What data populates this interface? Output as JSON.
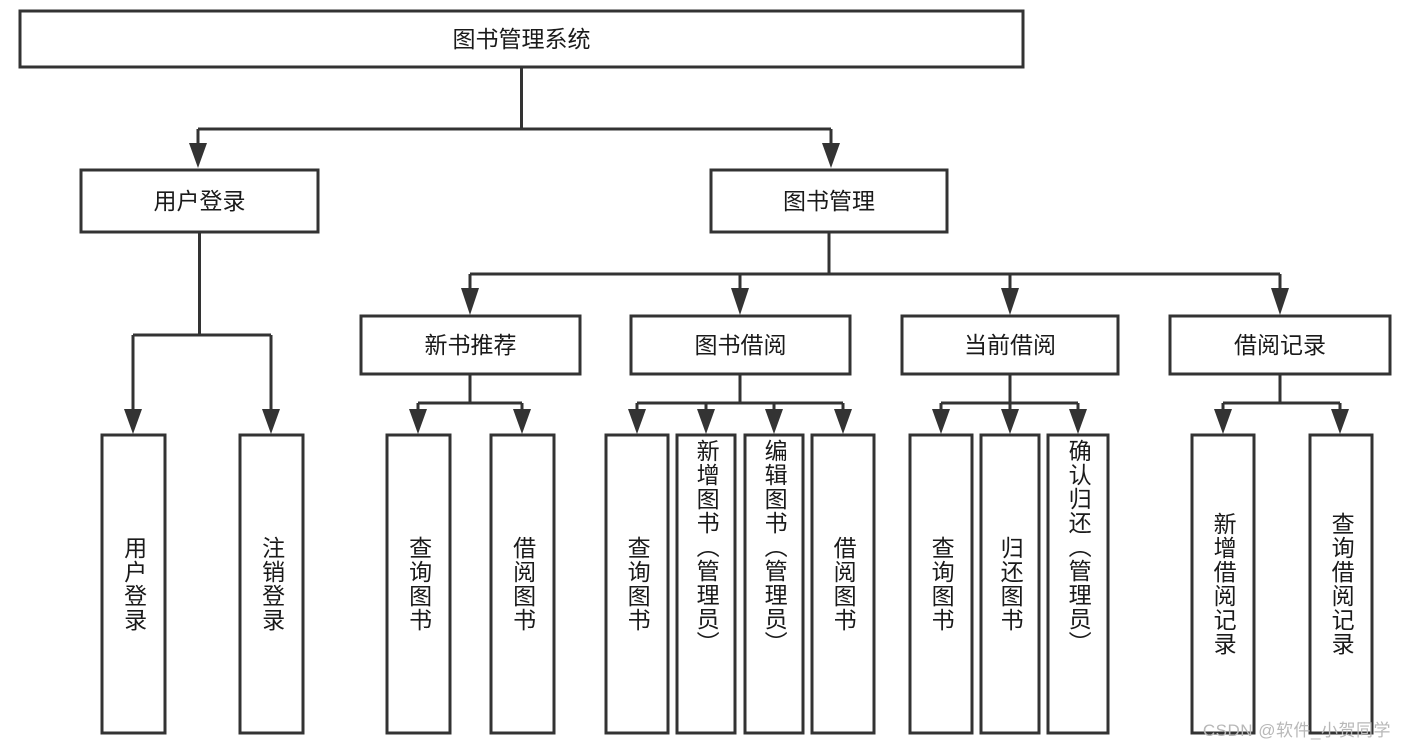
{
  "diagram": {
    "type": "hierarchy-tree",
    "title": "图书管理系统",
    "watermark": "CSDN @软件_小贺同学",
    "root": {
      "id": "root",
      "label": "图书管理系统"
    },
    "level2": [
      {
        "id": "user-login",
        "label": "用户登录"
      },
      {
        "id": "book-manage",
        "label": "图书管理"
      }
    ],
    "level3": [
      {
        "id": "new-book-recommend",
        "label": "新书推荐",
        "parent": "book-manage"
      },
      {
        "id": "book-borrow",
        "label": "图书借阅",
        "parent": "book-manage"
      },
      {
        "id": "current-borrow",
        "label": "当前借阅",
        "parent": "book-manage"
      },
      {
        "id": "borrow-record",
        "label": "借阅记录",
        "parent": "book-manage"
      }
    ],
    "leaves": {
      "user-login": [
        {
          "id": "leaf-user-login",
          "label": "用户登录"
        },
        {
          "id": "leaf-logout-login",
          "label": "注销登录"
        }
      ],
      "new-book-recommend": [
        {
          "id": "leaf-query-book-1",
          "label": "查询图书"
        },
        {
          "id": "leaf-borrow-book-1",
          "label": "借阅图书"
        }
      ],
      "book-borrow": [
        {
          "id": "leaf-query-book-2",
          "label": "查询图书"
        },
        {
          "id": "leaf-add-book-admin",
          "label": "新增图书（管理员）"
        },
        {
          "id": "leaf-edit-book-admin",
          "label": "编辑图书（管理员）"
        },
        {
          "id": "leaf-borrow-book-2",
          "label": "借阅图书"
        }
      ],
      "current-borrow": [
        {
          "id": "leaf-query-book-3",
          "label": "查询图书"
        },
        {
          "id": "leaf-return-book",
          "label": "归还图书"
        },
        {
          "id": "leaf-confirm-return-admin",
          "label": "确认归还（管理员）"
        }
      ],
      "borrow-record": [
        {
          "id": "leaf-add-borrow-record",
          "label": "新增借阅记录"
        },
        {
          "id": "leaf-query-borrow-record",
          "label": "查询借阅记录"
        }
      ]
    },
    "colors": {
      "stroke": "#333333",
      "fill": "#ffffff",
      "text": "#1a1a1a",
      "watermark": "#b8b8b8"
    }
  }
}
